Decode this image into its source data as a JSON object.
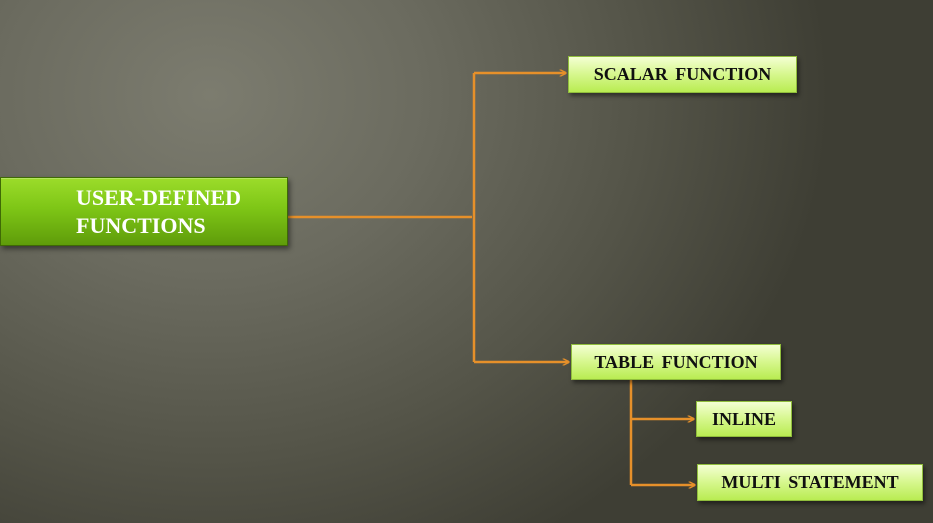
{
  "diagram": {
    "root": {
      "label_line1": "USER-DEFINED",
      "label_line2": "FUNCTIONS"
    },
    "scalar": {
      "label": "SCALAR FUNCTION"
    },
    "table": {
      "label": "TABLE FUNCTION"
    },
    "inline": {
      "label": "INLINE"
    },
    "multi": {
      "label": "MULTI STATEMENT"
    },
    "connector_color": "#e6902a"
  }
}
